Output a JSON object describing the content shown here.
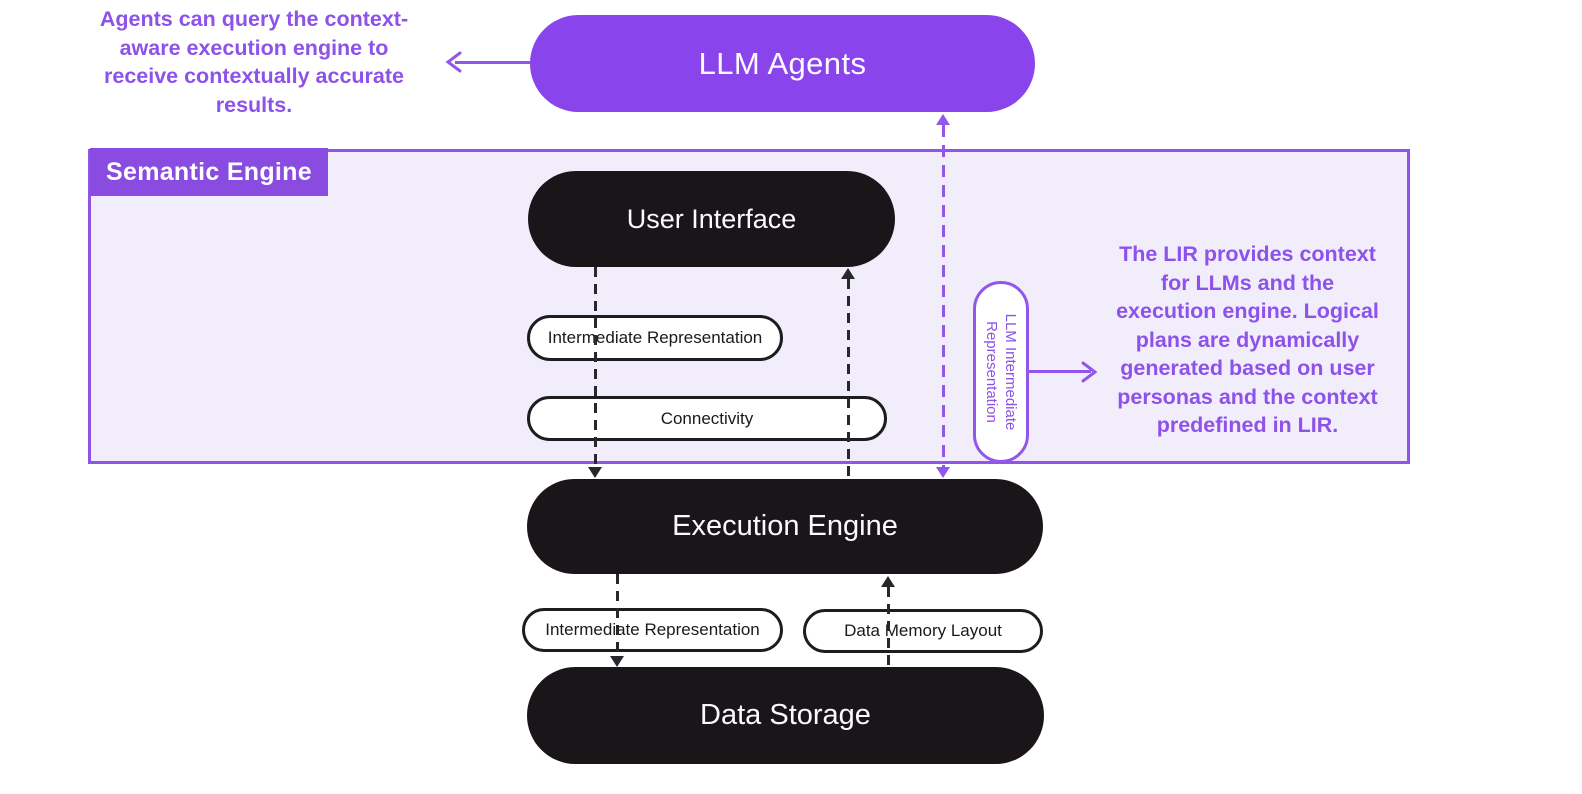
{
  "colors": {
    "purple_fill": "#8a44ec",
    "purple_label": "#8a4be0",
    "purple_line": "#9257ea",
    "purple_text": "#8d52e9",
    "box_fill": "#f2edfb",
    "black_pill": "#191519",
    "dash_black": "#28282c",
    "white": "#ffffff"
  },
  "annotations": {
    "agents_note": {
      "lines": [
        "Agents can query the context-",
        "aware execution engine to",
        "receive contextually accurate",
        "results."
      ]
    },
    "lir_note": {
      "lines": [
        "The LIR provides context",
        "for LLMs and the",
        "execution engine. Logical",
        "plans are dynamically",
        "generated based on user",
        "personas and the context",
        "predefined in LIR."
      ]
    }
  },
  "nodes": {
    "llm_agents": {
      "label": "LLM Agents"
    },
    "semantic_engine": {
      "label": "Semantic Engine"
    },
    "user_interface": {
      "label": "User Interface"
    },
    "intermediate_representation_top": {
      "label": "Intermediate Representation"
    },
    "connectivity": {
      "label": "Connectivity"
    },
    "llm_intermediate_representation": {
      "lines": [
        "LLM Intermediate",
        "Representation"
      ]
    },
    "execution_engine": {
      "label": "Execution Engine"
    },
    "intermediate_representation_bottom": {
      "label": "Intermediate Representation"
    },
    "data_memory_layout": {
      "label": "Data Memory Layout"
    },
    "data_storage": {
      "label": "Data Storage"
    }
  }
}
